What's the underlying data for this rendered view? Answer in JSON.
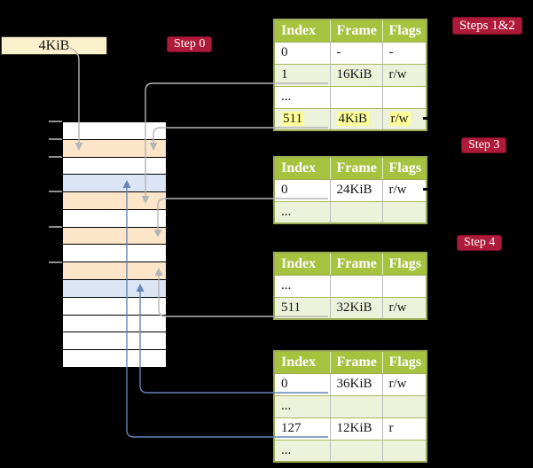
{
  "page_size_label": "4KiB",
  "badges": {
    "step0": "Step 0",
    "steps12": "Steps 1&2",
    "step3": "Step 3",
    "step4": "Step 4"
  },
  "tables": [
    {
      "id": "steps12",
      "headers": [
        "Index",
        "Frame",
        "Flags"
      ],
      "rows": [
        {
          "cells": [
            "0",
            "-",
            "-"
          ]
        },
        {
          "cells": [
            "1",
            "16KiB",
            "r/w"
          ]
        },
        {
          "cells": [
            "...",
            "",
            ""
          ]
        },
        {
          "cells": [
            "511",
            "4KiB",
            "r/w"
          ]
        }
      ]
    },
    {
      "id": "step3",
      "headers": [
        "Index",
        "Frame",
        "Flags"
      ],
      "rows": [
        {
          "cells": [
            "0",
            "24KiB",
            "r/w"
          ]
        },
        {
          "cells": [
            "...",
            "",
            ""
          ]
        }
      ]
    },
    {
      "id": "step4",
      "headers": [
        "Index",
        "Frame",
        "Flags"
      ],
      "rows": [
        {
          "cells": [
            "...",
            "",
            ""
          ]
        },
        {
          "cells": [
            "511",
            "32KiB",
            "r/w"
          ]
        }
      ]
    },
    {
      "id": "final",
      "headers": [
        "Index",
        "Frame",
        "Flags"
      ],
      "rows": [
        {
          "cells": [
            "0",
            "36KiB",
            "r/w"
          ]
        },
        {
          "cells": [
            "...",
            "",
            ""
          ]
        },
        {
          "cells": [
            "127",
            "12KiB",
            "r"
          ]
        },
        {
          "cells": [
            "...",
            "",
            ""
          ]
        }
      ]
    }
  ],
  "memory_stack": {
    "rows": [
      "free",
      "page-table",
      "free",
      "data",
      "page-table",
      "free",
      "page-table",
      "free",
      "page-table",
      "data",
      "free",
      "free",
      "free",
      "free"
    ]
  },
  "colors": {
    "table_header_green": "#a6c23e",
    "table_row_green": "#edf2da",
    "table_border_olive": "#9dab55",
    "highlight_yellow": "#ffff99",
    "badge_red": "#ae1a39",
    "size_box_cream": "#fbf0cc",
    "frame_page_table_peach": "#fde5c9",
    "frame_data_blue": "#dbe5f3",
    "connector_gray": "#b5b5b5",
    "connector_blue": "#6485b5"
  }
}
